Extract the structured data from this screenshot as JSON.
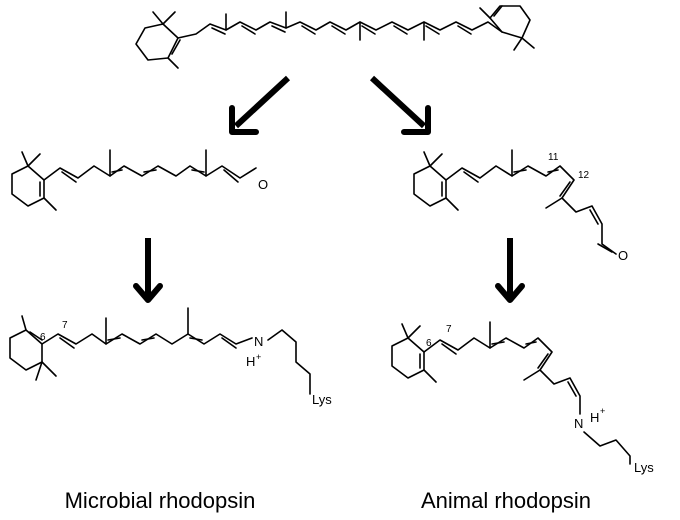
{
  "captions": {
    "microbial": "Microbial rhodopsin",
    "animal": "Animal rhodopsin"
  },
  "atoms": {
    "oxygen": "O",
    "nitrogen": "N",
    "hydrogen": "H",
    "plus": "+",
    "lysine": "Lys"
  },
  "carbon_numbers": {
    "c6": "6",
    "c7": "7",
    "c11": "11",
    "c12": "12"
  }
}
